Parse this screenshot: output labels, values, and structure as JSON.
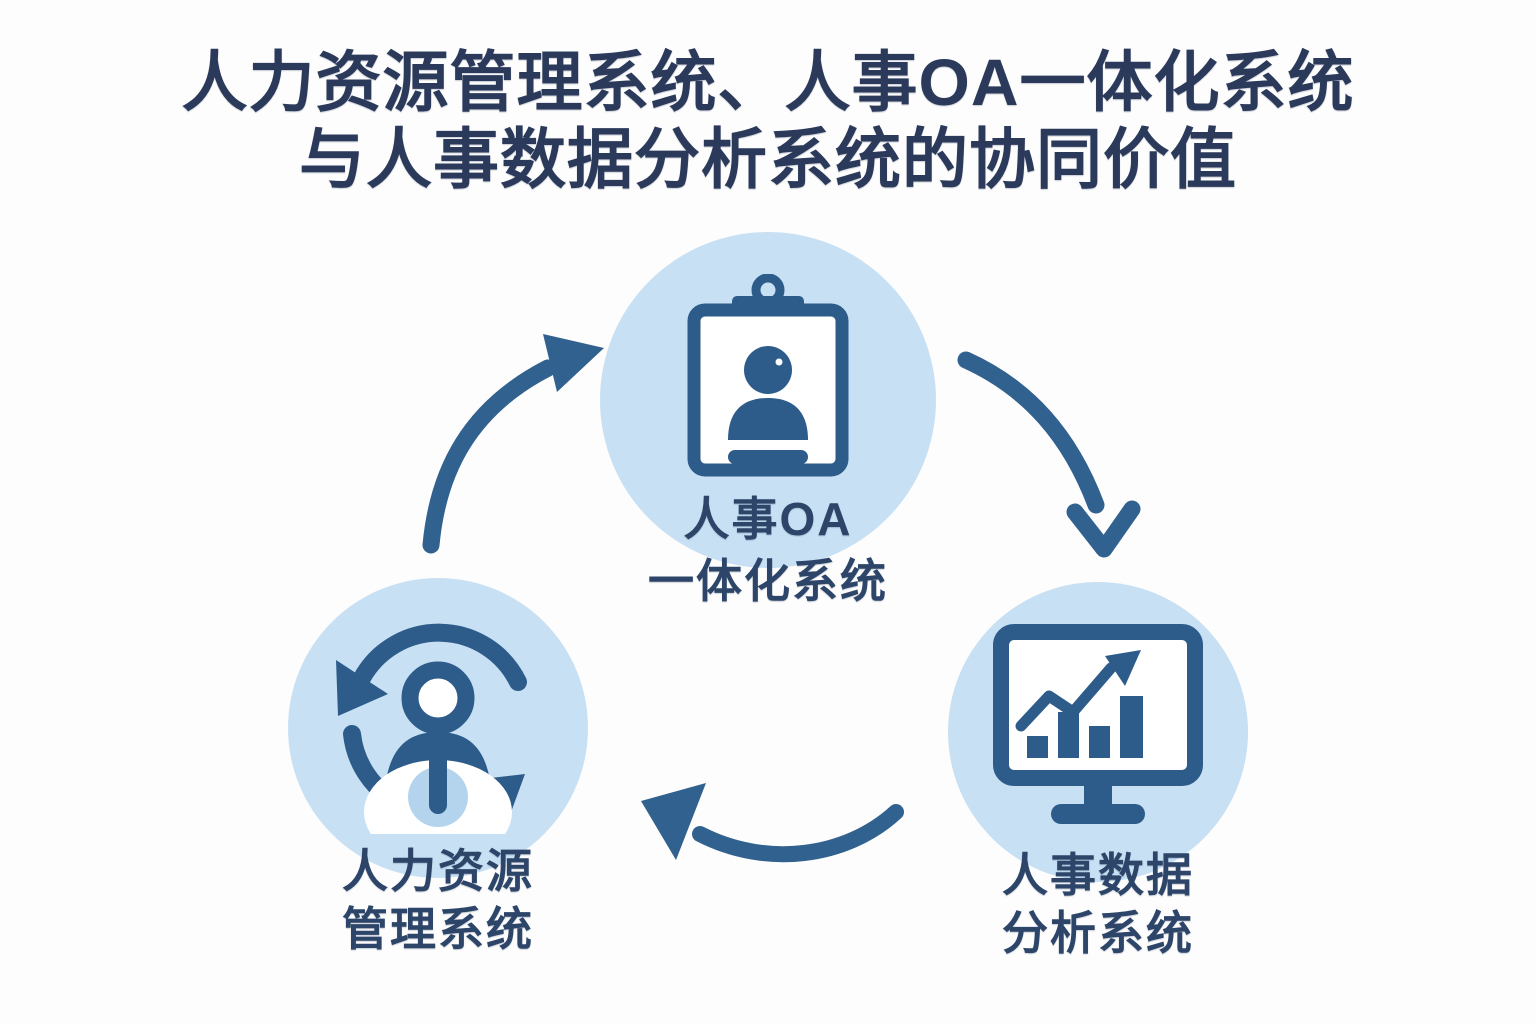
{
  "title": {
    "line1": "人力资源管理系统、人事OA一体化系统",
    "line2": "与人事数据分析系统的协同价值"
  },
  "nodes": {
    "oa": {
      "icon": "clipboard-person-icon",
      "label_line1": "人事OA",
      "label_line2": "一体化系统"
    },
    "hrm": {
      "icon": "person-sync-icon",
      "label_line1": "人力资源",
      "label_line2": "管理系统"
    },
    "analytics": {
      "icon": "monitor-chart-icon",
      "label_line1": "人事数据",
      "label_line2": "分析系统"
    }
  },
  "arrows": [
    {
      "name": "hrm-to-oa",
      "direction": "up-right"
    },
    {
      "name": "oa-to-analytics",
      "direction": "down-right"
    },
    {
      "name": "analytics-to-hrm",
      "direction": "left"
    }
  ],
  "colors": {
    "background": "#fdfdfd",
    "circle_fill": "#c8e0f4",
    "icon_dark": "#2d5c8a",
    "arrow": "#30618f",
    "title_text": "#2b3a5a",
    "label_text": "#2c4568",
    "halo_blue": "#b4d4ee",
    "white": "#ffffff"
  }
}
